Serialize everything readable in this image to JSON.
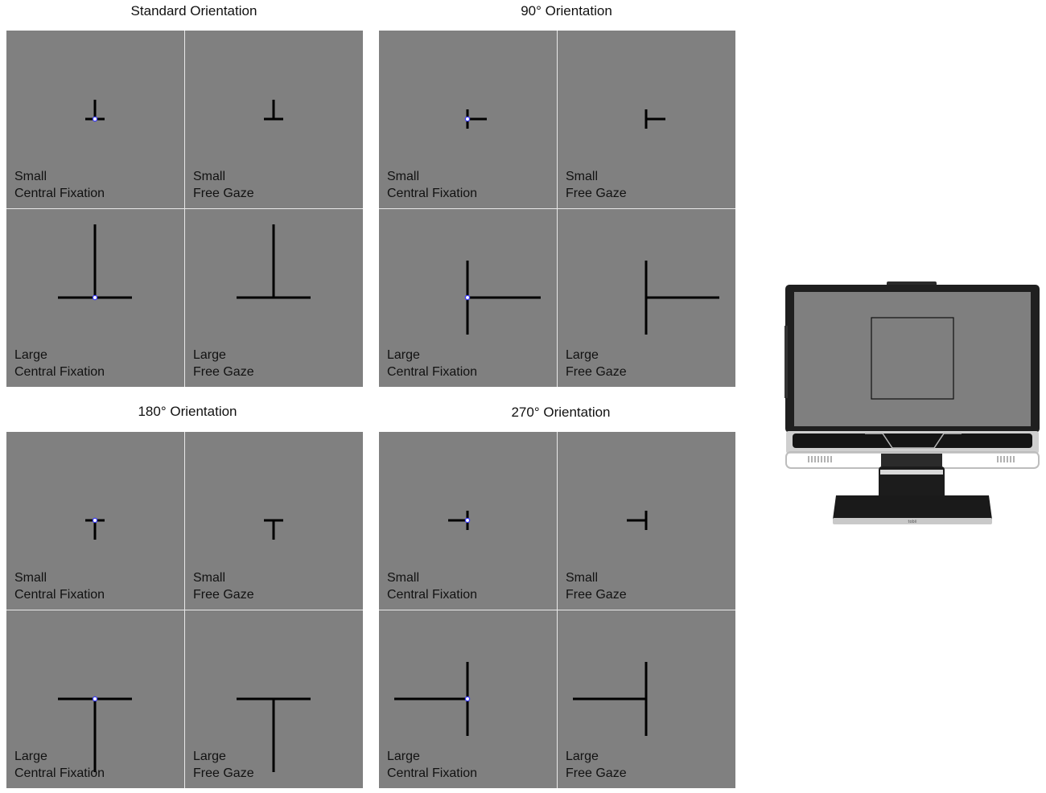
{
  "orientations": [
    {
      "title": "Standard Orientation",
      "rotation": 0,
      "cells": [
        {
          "size": "Small",
          "mode": "Central Fixation",
          "fixation_dot": true
        },
        {
          "size": "Small",
          "mode": "Free Gaze",
          "fixation_dot": false
        },
        {
          "size": "Large",
          "mode": "Central Fixation",
          "fixation_dot": true
        },
        {
          "size": "Large",
          "mode": "Free Gaze",
          "fixation_dot": false
        }
      ]
    },
    {
      "title": "90° Orientation",
      "rotation": 90,
      "cells": [
        {
          "size": "Small",
          "mode": "Central Fixation",
          "fixation_dot": true
        },
        {
          "size": "Small",
          "mode": "Free Gaze",
          "fixation_dot": false
        },
        {
          "size": "Large",
          "mode": "Central Fixation",
          "fixation_dot": true
        },
        {
          "size": "Large",
          "mode": "Free Gaze",
          "fixation_dot": false
        }
      ]
    },
    {
      "title": "180° Orientation",
      "rotation": 180,
      "cells": [
        {
          "size": "Small",
          "mode": "Central Fixation",
          "fixation_dot": true
        },
        {
          "size": "Small",
          "mode": "Free Gaze",
          "fixation_dot": false
        },
        {
          "size": "Large",
          "mode": "Central Fixation",
          "fixation_dot": true
        },
        {
          "size": "Large",
          "mode": "Free Gaze",
          "fixation_dot": false
        }
      ]
    },
    {
      "title": "270° Orientation",
      "rotation": 270,
      "cells": [
        {
          "size": "Small",
          "mode": "Central Fixation",
          "fixation_dot": true
        },
        {
          "size": "Small",
          "mode": "Free Gaze",
          "fixation_dot": false
        },
        {
          "size": "Large",
          "mode": "Central Fixation",
          "fixation_dot": true
        },
        {
          "size": "Large",
          "mode": "Free Gaze",
          "fixation_dot": false
        }
      ]
    }
  ],
  "monitor": {
    "brand": "tobii"
  },
  "colors": {
    "panel_bg": "#808080",
    "stimulus": "#000000",
    "fixation_dot": "#3b3bff",
    "screen": "#7f7f7f"
  }
}
